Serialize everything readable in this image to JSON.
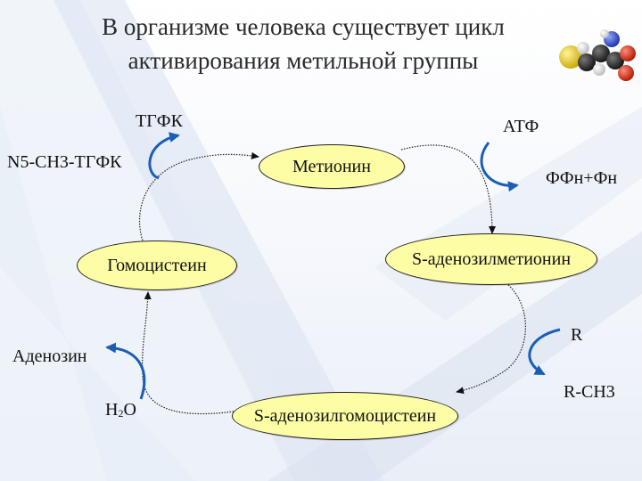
{
  "title": {
    "line1": "В организме человека существует цикл",
    "line2": "активирования метильной группы"
  },
  "nodes": {
    "methionine": "Метионин",
    "sam": "S-аденозилметионин",
    "sah": "S-аденозилгомоцистеин",
    "homocysteine": "Гомоцистеин"
  },
  "side_labels": {
    "thf": "ТГФК",
    "n5_thf": "N5-CH3-ТГФК",
    "atp": "АТФ",
    "ppi_pi": "ФФн+Фн",
    "r": "R",
    "r_ch3": "R-CH3",
    "adenosine": "Аденозин",
    "h2o_main": "H",
    "h2o_sub": "2",
    "h2o_o": "O"
  },
  "colors": {
    "node_fill": "#fdfda6",
    "arrow_blue": "#1a5fb4",
    "cycle_line": "#222222",
    "bg_stripe": "#c9d6ea"
  },
  "icons": [
    "molecule-icon"
  ]
}
